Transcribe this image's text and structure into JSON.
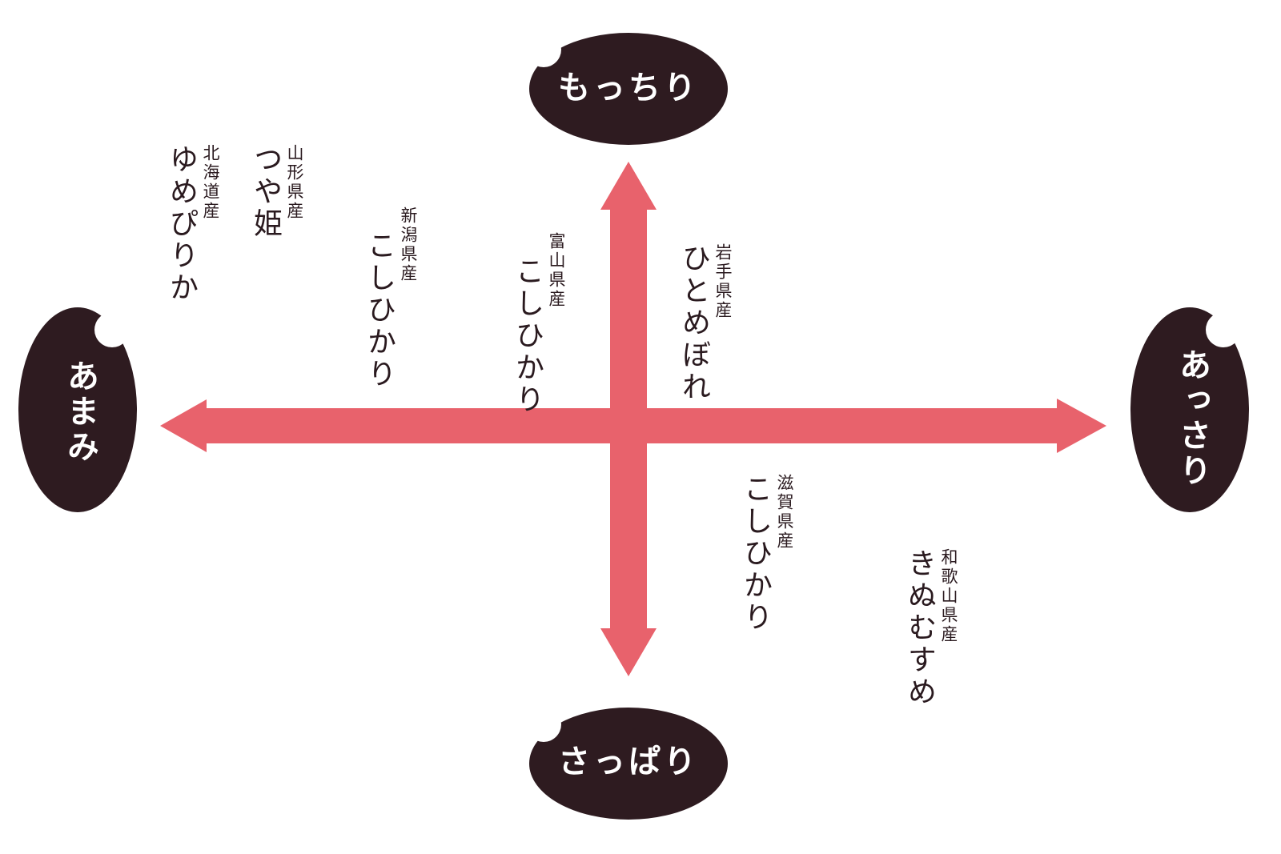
{
  "colors": {
    "axis": "#e8626c",
    "badge": "#2e1b20",
    "badge_text": "#ffffff"
  },
  "axes": {
    "top": "もっちり",
    "bottom": "さっぱり",
    "left": "あまみ",
    "right": "あっさり"
  },
  "varieties": [
    {
      "pref": "北海道産",
      "name": "ゆめぴりか"
    },
    {
      "pref": "山形県産",
      "name": "つや姫"
    },
    {
      "pref": "新潟県産",
      "name": "こしひかり"
    },
    {
      "pref": "富山県産",
      "name": "こしひかり"
    },
    {
      "pref": "岩手県産",
      "name": "ひとめぼれ"
    },
    {
      "pref": "滋賀県産",
      "name": "こしひかり"
    },
    {
      "pref": "和歌山県産",
      "name": "きぬむすめ"
    }
  ]
}
